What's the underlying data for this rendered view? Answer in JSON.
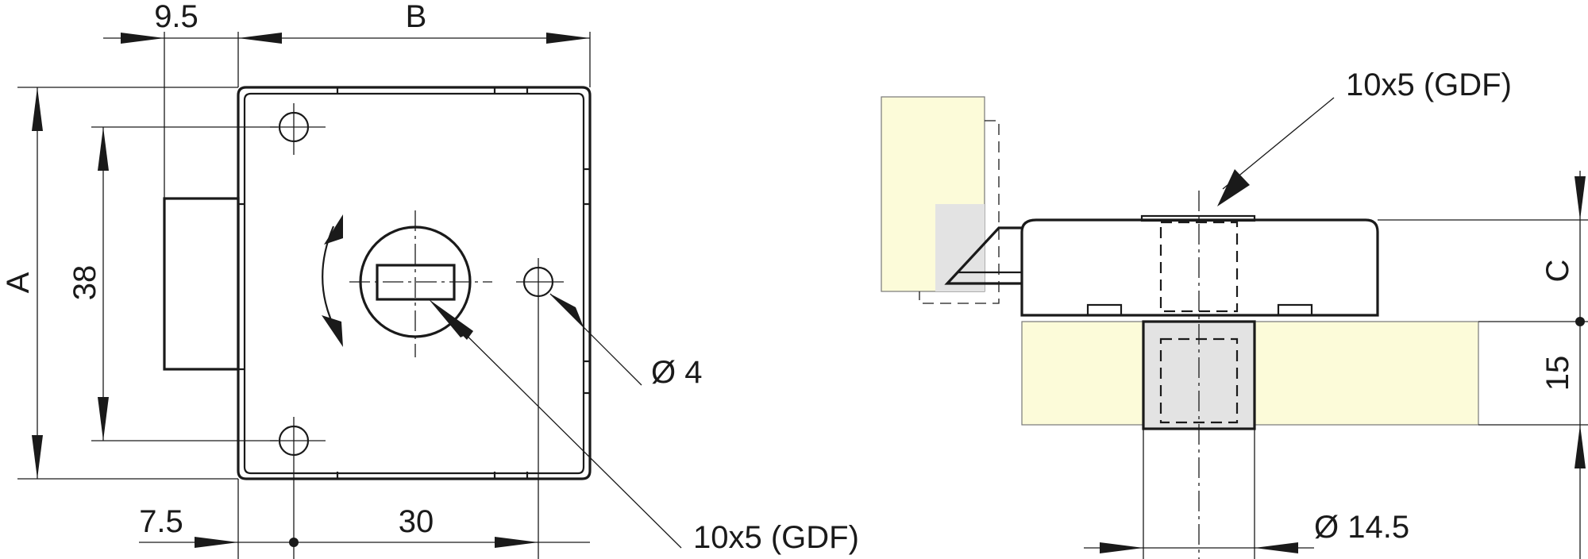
{
  "front_view": {
    "labels": {
      "width_b": "B",
      "offset_top": "9.5",
      "height_a": "A",
      "hole_spacing": "38",
      "offset_bottom": "7.5",
      "center_distance": "30",
      "hole_diameter": "Ø 4",
      "square_drive": "10x5 (GDF)"
    }
  },
  "side_view": {
    "labels": {
      "square_drive": "10x5 (GDF)",
      "dimension_c": "C",
      "thickness": "15",
      "boss_diameter": "Ø 14.5"
    }
  }
}
